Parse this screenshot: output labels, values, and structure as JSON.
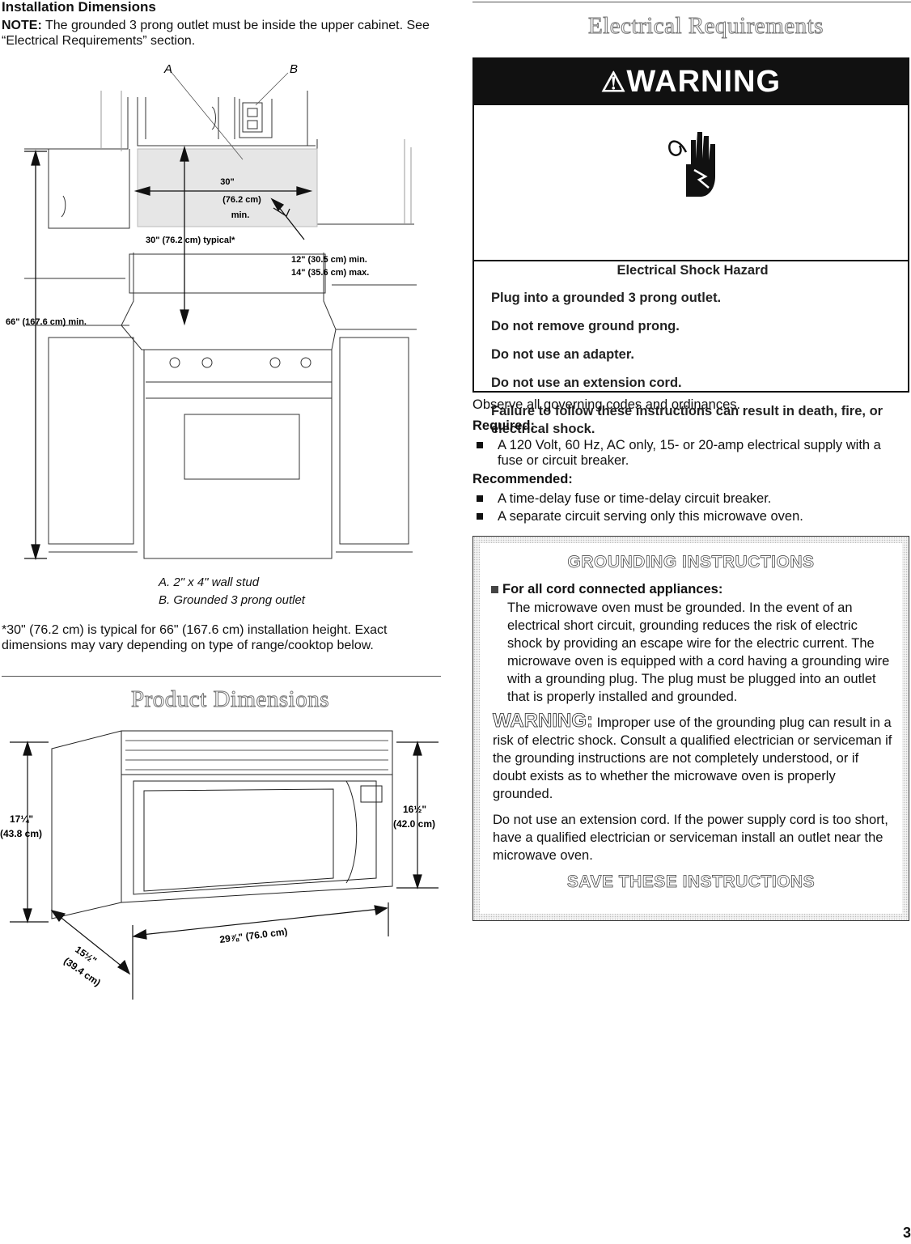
{
  "installation": {
    "heading": "Installation Dimensions",
    "note_label": "NOTE:",
    "note_text": "The grounded 3 prong outlet must be inside the upper cabinet. See “Electrical Requirements” section.",
    "diagram": {
      "label_a": "A",
      "label_b": "B",
      "dim_30_line1": "30\"",
      "dim_30_line2": "(76.2 cm)",
      "dim_30_line3": "min.",
      "dim_typical": "30\" (76.2 cm) typical*",
      "dim_12": "12\" (30.5 cm) min.",
      "dim_14": "14\" (35.6 cm) max.",
      "dim_66": "66\" (167.6 cm) min."
    },
    "caption_a": "A. 2\" x 4\" wall stud",
    "caption_b": "B. Grounded 3 prong outlet",
    "footnote": "*30\" (76.2 cm) is typical for 66\" (167.6 cm) installation height. Exact dimensions may vary depending on type of range/cooktop below."
  },
  "product": {
    "heading": "Product Dimensions",
    "left_h1": "17¼\"",
    "left_h2": "(43.8 cm)",
    "right_h1": "16½\"",
    "right_h2": "(42.0 cm)",
    "width": "29⅞\" (76.0 cm)",
    "depth1": "15½\"",
    "depth2": "(39.4 cm)"
  },
  "electrical": {
    "heading": "Electrical Requirements",
    "warning_title": "WARNING",
    "hazard": "Electrical Shock Hazard",
    "items": [
      "Plug into a grounded 3 prong outlet.",
      "Do not remove ground prong.",
      "Do not use an adapter.",
      "Do not use an extension cord.",
      "Failure to follow these instructions can result in death, fire, or electrical shock."
    ],
    "observe": "Observe all governing codes and ordinances.",
    "required_label": "Required:",
    "required_items": [
      "A 120 Volt, 60 Hz, AC only, 15- or 20-amp electrical supply with a fuse or circuit breaker."
    ],
    "recommended_label": "Recommended:",
    "recommended_items": [
      "A time-delay fuse or time-delay circuit breaker.",
      "A separate circuit serving only this microwave oven."
    ]
  },
  "grounding": {
    "title": "GROUNDING INSTRUCTIONS",
    "sub_head": "For all cord connected appliances:",
    "para1": "The microwave oven must be grounded. In the event of an electrical short circuit, grounding reduces the risk of electric shock by providing an escape wire for the electric current. The microwave oven is equipped with a cord having a grounding wire with a grounding plug. The plug must be plugged into an outlet that is properly installed and grounded.",
    "warning_word": "WARNING:",
    "warning_text": "Improper use of the grounding plug can result in a risk of electric shock. Consult a qualified electrician or serviceman if the grounding instructions are not completely understood, or if doubt exists as to whether the microwave oven is properly grounded.",
    "para3": "Do not use an extension cord. If the power supply cord is too short, have a qualified electrician or serviceman install an outlet near the microwave oven.",
    "save": "SAVE THESE INSTRUCTIONS"
  },
  "page_number": "3"
}
